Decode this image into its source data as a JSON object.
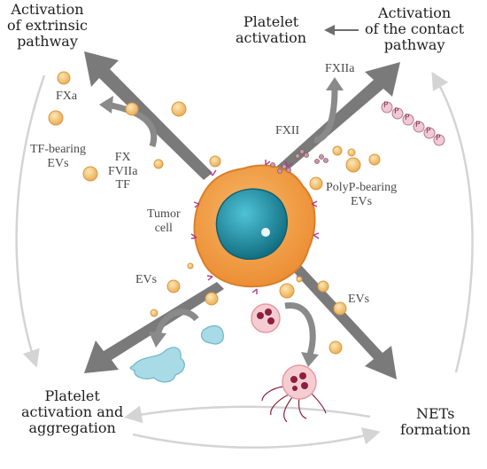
{
  "labels": {
    "extrinsic": [
      "Activation",
      "of extrinsic",
      "pathway"
    ],
    "platelet_activation_top": [
      "Platelet",
      "activation"
    ],
    "contact": [
      "Activation",
      "of the contact",
      "pathway"
    ],
    "fxa": "FXa",
    "fxiia": "FXIIa",
    "fxii": "FXII",
    "tf_evs": [
      "TF-bearing",
      "EVs"
    ],
    "fx_group": [
      "FX",
      "FVIIa",
      "TF"
    ],
    "polyp_evs": [
      "PolyP-bearing",
      "EVs"
    ],
    "tumor": [
      "Tumor",
      "cell"
    ],
    "evs_left": "EVs",
    "evs_right": "EVs",
    "platelet_aggregation": [
      "Platelet",
      "activation and",
      "aggregation"
    ],
    "nets": [
      "NETs",
      "formation"
    ],
    "polyp_letter": "P"
  },
  "colors": {
    "arrow": "#7a7a7a",
    "loop_arrow": "#d4d4d4",
    "tumor": "#f2a04a",
    "tumor_edge": "#d97f2b",
    "nucleus": "#1f93a8",
    "vesicle": "#f3c877",
    "polyp": "#e8b7c9",
    "platelet": "#a8dbe6",
    "neutrophil": "#f3c4c9"
  }
}
